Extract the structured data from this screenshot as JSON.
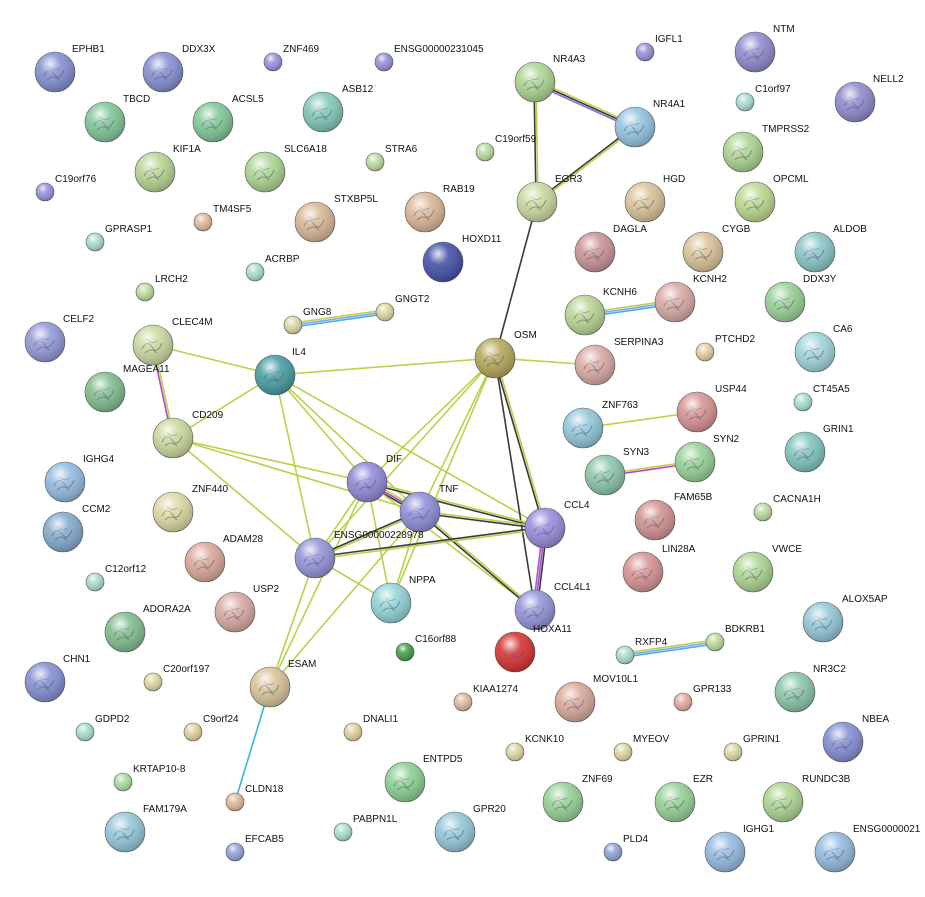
{
  "network": {
    "nodes": [
      {
        "id": "EPHB1",
        "color": "#7f8bd1",
        "size": "large"
      },
      {
        "id": "DDX3X",
        "color": "#7f8bd1",
        "size": "large"
      },
      {
        "id": "ZNF469",
        "color": "#8f90d8",
        "size": "small"
      },
      {
        "id": "ENSG00000231045",
        "color": "#8f90d8",
        "size": "small"
      },
      {
        "id": "IGFL1",
        "color": "#8f90d8",
        "size": "small"
      },
      {
        "id": "NTM",
        "color": "#8a86cc",
        "size": "large"
      },
      {
        "id": "NELL2",
        "color": "#8a86cc",
        "size": "large"
      },
      {
        "id": "TBCD",
        "color": "#7cc596",
        "size": "large"
      },
      {
        "id": "ACSL5",
        "color": "#7cc596",
        "size": "large"
      },
      {
        "id": "ASB12",
        "color": "#7cc6b6",
        "size": "large"
      },
      {
        "id": "NR4A3",
        "color": "#a9d48d",
        "size": "large"
      },
      {
        "id": "NR4A1",
        "color": "#8fc2e0",
        "size": "large"
      },
      {
        "id": "C1orf97",
        "color": "#a6ddd0",
        "size": "small"
      },
      {
        "id": "TMPRSS2",
        "color": "#a9d48d",
        "size": "large"
      },
      {
        "id": "C19orf59",
        "color": "#b7dc9c",
        "size": "small"
      },
      {
        "id": "KIF1A",
        "color": "#b5d48f",
        "size": "large"
      },
      {
        "id": "SLC6A18",
        "color": "#a9d48d",
        "size": "large"
      },
      {
        "id": "STRA6",
        "color": "#b7dc9c",
        "size": "small"
      },
      {
        "id": "EGR3",
        "color": "#c7d89a",
        "size": "large"
      },
      {
        "id": "HGD",
        "color": "#d8c195",
        "size": "large"
      },
      {
        "id": "OPCML",
        "color": "#b9d889",
        "size": "large"
      },
      {
        "id": "C19orf76",
        "color": "#8f90d8",
        "size": "small"
      },
      {
        "id": "TM4SF5",
        "color": "#e0b797",
        "size": "small"
      },
      {
        "id": "STXBP5L",
        "color": "#d8b592",
        "size": "large"
      },
      {
        "id": "RAB19",
        "color": "#d8b592",
        "size": "large"
      },
      {
        "id": "HOXD11",
        "color": "#3d4aa6",
        "size": "large"
      },
      {
        "id": "DAGLA",
        "color": "#c98f94",
        "size": "large"
      },
      {
        "id": "CYGB",
        "color": "#d8c195",
        "size": "large"
      },
      {
        "id": "ALDOB",
        "color": "#86c4c6",
        "size": "large"
      },
      {
        "id": "GPRASP1",
        "color": "#a6ddc5",
        "size": "small"
      },
      {
        "id": "ACRBP",
        "color": "#a6ddc5",
        "size": "small"
      },
      {
        "id": "DDX3Y",
        "color": "#94cf94",
        "size": "large"
      },
      {
        "id": "LRCH2",
        "color": "#b7dc9c",
        "size": "small"
      },
      {
        "id": "KCNH6",
        "color": "#b5d48f",
        "size": "large"
      },
      {
        "id": "KCNH2",
        "color": "#d8a7a0",
        "size": "large"
      },
      {
        "id": "GNG8",
        "color": "#dcd79e",
        "size": "small"
      },
      {
        "id": "GNGT2",
        "color": "#dcd79e",
        "size": "small"
      },
      {
        "id": "CELF2",
        "color": "#8f95d6",
        "size": "large"
      },
      {
        "id": "CLEC4M",
        "color": "#c7d89a",
        "size": "large"
      },
      {
        "id": "IL4",
        "color": "#3f9aa0",
        "size": "large"
      },
      {
        "id": "OSM",
        "color": "#b2a655",
        "size": "large"
      },
      {
        "id": "SERPINA3",
        "color": "#d8a7a0",
        "size": "large"
      },
      {
        "id": "PTCHD2",
        "color": "#e0cf9c",
        "size": "small"
      },
      {
        "id": "CA6",
        "color": "#9bd3da",
        "size": "large"
      },
      {
        "id": "MAGEA11",
        "color": "#7cbc8a",
        "size": "large"
      },
      {
        "id": "CT45A5",
        "color": "#a6ddd0",
        "size": "small"
      },
      {
        "id": "USP44",
        "color": "#d68f90",
        "size": "large"
      },
      {
        "id": "ZNF763",
        "color": "#8fc6d8",
        "size": "large"
      },
      {
        "id": "CD209",
        "color": "#c7d89a",
        "size": "large"
      },
      {
        "id": "GRIN1",
        "color": "#7cc2bc",
        "size": "large"
      },
      {
        "id": "SYN3",
        "color": "#86c4a6",
        "size": "large"
      },
      {
        "id": "SYN2",
        "color": "#94cf94",
        "size": "large"
      },
      {
        "id": "IGHG4",
        "color": "#8fb9e0",
        "size": "large"
      },
      {
        "id": "DIF",
        "color": "#8a86d6",
        "size": "large"
      },
      {
        "id": "TNF",
        "color": "#8a8ad8",
        "size": "large"
      },
      {
        "id": "ZNF440",
        "color": "#dcd79e",
        "size": "large"
      },
      {
        "id": "FAM65B",
        "color": "#d08f8c",
        "size": "large"
      },
      {
        "id": "CACNA1H",
        "color": "#b7dc9c",
        "size": "small"
      },
      {
        "id": "CCM2",
        "color": "#7fa8cc",
        "size": "large"
      },
      {
        "id": "CCL4",
        "color": "#9687dc",
        "size": "large"
      },
      {
        "id": "ADAM28",
        "color": "#d8a596",
        "size": "large"
      },
      {
        "id": "ENSG00000228978",
        "color": "#8f90d8",
        "size": "large"
      },
      {
        "id": "LIN28A",
        "color": "#d68f90",
        "size": "large"
      },
      {
        "id": "VWCE",
        "color": "#a9d48d",
        "size": "large"
      },
      {
        "id": "C12orf12",
        "color": "#a6ddc5",
        "size": "small"
      },
      {
        "id": "NPPA",
        "color": "#8fd3d6",
        "size": "large"
      },
      {
        "id": "CCL4L1",
        "color": "#8f90d8",
        "size": "large"
      },
      {
        "id": "USP2",
        "color": "#d8a7a0",
        "size": "large"
      },
      {
        "id": "ALOX5AP",
        "color": "#8fc6d8",
        "size": "large"
      },
      {
        "id": "ADORA2A",
        "color": "#7cbc8a",
        "size": "large"
      },
      {
        "id": "C16orf88",
        "color": "#3d9a3d",
        "size": "small"
      },
      {
        "id": "HOXA11",
        "color": "#d62a2a",
        "size": "large"
      },
      {
        "id": "RXFP4",
        "color": "#a6ddd0",
        "size": "small"
      },
      {
        "id": "BDKRB1",
        "color": "#b7dc9c",
        "size": "small"
      },
      {
        "id": "NR3C2",
        "color": "#86c4a6",
        "size": "large"
      },
      {
        "id": "CHN1",
        "color": "#7f8bd1",
        "size": "large"
      },
      {
        "id": "C20orf197",
        "color": "#dcd79e",
        "size": "small"
      },
      {
        "id": "ESAM",
        "color": "#d8c195",
        "size": "large"
      },
      {
        "id": "KIAA1274",
        "color": "#e0b797",
        "size": "small"
      },
      {
        "id": "MOV10L1",
        "color": "#d8a596",
        "size": "large"
      },
      {
        "id": "GPR133",
        "color": "#e0a99c",
        "size": "small"
      },
      {
        "id": "GDPD2",
        "color": "#a6ddd0",
        "size": "small"
      },
      {
        "id": "C9orf24",
        "color": "#e0cf9c",
        "size": "small"
      },
      {
        "id": "DNALI1",
        "color": "#e0cf9c",
        "size": "small"
      },
      {
        "id": "KCNK10",
        "color": "#dcd79e",
        "size": "small"
      },
      {
        "id": "MYEOV",
        "color": "#dcd79e",
        "size": "small"
      },
      {
        "id": "GPRIN1",
        "color": "#dcd79e",
        "size": "small"
      },
      {
        "id": "NBEA",
        "color": "#7f8bd1",
        "size": "large"
      },
      {
        "id": "KRTAP10-8",
        "color": "#a9dc9c",
        "size": "small"
      },
      {
        "id": "ENTPD5",
        "color": "#86cf8e",
        "size": "large"
      },
      {
        "id": "ZNF69",
        "color": "#94cf94",
        "size": "large"
      },
      {
        "id": "EZR",
        "color": "#94cf94",
        "size": "large"
      },
      {
        "id": "RUNDC3B",
        "color": "#a9d48d",
        "size": "large"
      },
      {
        "id": "CLDN18",
        "color": "#e0b797",
        "size": "small"
      },
      {
        "id": "FAM179A",
        "color": "#8fc6d8",
        "size": "large"
      },
      {
        "id": "PABPN1L",
        "color": "#a6ddd0",
        "size": "small"
      },
      {
        "id": "GPR20",
        "color": "#8fc6d8",
        "size": "large"
      },
      {
        "id": "EFCAB5",
        "color": "#8fa0d8",
        "size": "small"
      },
      {
        "id": "PLD4",
        "color": "#8fa0d8",
        "size": "small"
      },
      {
        "id": "IGHG1",
        "color": "#8fb9e0",
        "size": "large"
      },
      {
        "id": "ENSG0000021",
        "color": "#8fb9e0",
        "size": "large"
      }
    ],
    "edges": [
      {
        "source": "NR4A3",
        "target": "NR4A1",
        "colors": [
          "#b6d34a",
          "#3a3a3a",
          "#8f64d8"
        ]
      },
      {
        "source": "NR4A3",
        "target": "EGR3",
        "colors": [
          "#b6d34a",
          "#3a3a3a"
        ]
      },
      {
        "source": "NR4A1",
        "target": "EGR3",
        "colors": [
          "#b6d34a",
          "#3a3a3a"
        ]
      },
      {
        "source": "EGR3",
        "target": "OSM",
        "colors": [
          "#3a3a3a"
        ]
      },
      {
        "source": "GNG8",
        "target": "GNGT2",
        "colors": [
          "#b6d34a",
          "#8fa0e8",
          "#3ab6d8"
        ]
      },
      {
        "source": "KCNH6",
        "target": "KCNH2",
        "colors": [
          "#b6d34a",
          "#8fa0e8",
          "#3ab6d8"
        ]
      },
      {
        "source": "ZNF763",
        "target": "USP44",
        "colors": [
          "#b6d34a"
        ]
      },
      {
        "source": "SYN3",
        "target": "SYN2",
        "colors": [
          "#b6d34a",
          "#c040c0"
        ]
      },
      {
        "source": "RXFP4",
        "target": "BDKRB1",
        "colors": [
          "#b6d34a",
          "#8fa0e8",
          "#3ab6d8"
        ]
      },
      {
        "source": "CLEC4M",
        "target": "CD209",
        "colors": [
          "#b6d34a",
          "#c040c0"
        ]
      },
      {
        "source": "CLEC4M",
        "target": "IL4",
        "colors": [
          "#b6d34a"
        ]
      },
      {
        "source": "IL4",
        "target": "OSM",
        "colors": [
          "#b6d34a"
        ]
      },
      {
        "source": "IL4",
        "target": "CD209",
        "colors": [
          "#b6d34a"
        ]
      },
      {
        "source": "IL4",
        "target": "DIF",
        "colors": [
          "#b6d34a"
        ]
      },
      {
        "source": "IL4",
        "target": "TNF",
        "colors": [
          "#b6d34a"
        ]
      },
      {
        "source": "IL4",
        "target": "ENSG00000228978",
        "colors": [
          "#b6d34a"
        ]
      },
      {
        "source": "IL4",
        "target": "CCL4",
        "colors": [
          "#b6d34a"
        ]
      },
      {
        "source": "OSM",
        "target": "SERPINA3",
        "colors": [
          "#b6d34a"
        ]
      },
      {
        "source": "OSM",
        "target": "DIF",
        "colors": [
          "#b6d34a"
        ]
      },
      {
        "source": "OSM",
        "target": "TNF",
        "colors": [
          "#b6d34a"
        ]
      },
      {
        "source": "OSM",
        "target": "ENSG00000228978",
        "colors": [
          "#b6d34a"
        ]
      },
      {
        "source": "OSM",
        "target": "CCL4",
        "colors": [
          "#b6d34a",
          "#3a3a3a"
        ]
      },
      {
        "source": "OSM",
        "target": "CCL4L1",
        "colors": [
          "#3a3a3a"
        ]
      },
      {
        "source": "OSM",
        "target": "NPPA",
        "colors": [
          "#b6d34a"
        ]
      },
      {
        "source": "CD209",
        "target": "DIF",
        "colors": [
          "#b6d34a"
        ]
      },
      {
        "source": "CD209",
        "target": "TNF",
        "colors": [
          "#b6d34a"
        ]
      },
      {
        "source": "CD209",
        "target": "ENSG00000228978",
        "colors": [
          "#b6d34a"
        ]
      },
      {
        "source": "DIF",
        "target": "TNF",
        "colors": [
          "#b6d34a",
          "#c040c0",
          "#3a3a3a"
        ]
      },
      {
        "source": "DIF",
        "target": "CCL4",
        "colors": [
          "#b6d34a",
          "#3a3a3a"
        ]
      },
      {
        "source": "DIF",
        "target": "ENSG00000228978",
        "colors": [
          "#b6d34a"
        ]
      },
      {
        "source": "DIF",
        "target": "NPPA",
        "colors": [
          "#b6d34a"
        ]
      },
      {
        "source": "DIF",
        "target": "CCL4L1",
        "colors": [
          "#b6d34a"
        ]
      },
      {
        "source": "DIF",
        "target": "ESAM",
        "colors": [
          "#b6d34a"
        ]
      },
      {
        "source": "TNF",
        "target": "CCL4",
        "colors": [
          "#b6d34a",
          "#3a3a3a"
        ]
      },
      {
        "source": "TNF",
        "target": "ENSG00000228978",
        "colors": [
          "#b6d34a",
          "#3a3a3a"
        ]
      },
      {
        "source": "TNF",
        "target": "NPPA",
        "colors": [
          "#b6d34a"
        ]
      },
      {
        "source": "TNF",
        "target": "CCL4L1",
        "colors": [
          "#b6d34a",
          "#3a3a3a"
        ]
      },
      {
        "source": "TNF",
        "target": "ESAM",
        "colors": [
          "#b6d34a"
        ]
      },
      {
        "source": "CCL4",
        "target": "CCL4L1",
        "colors": [
          "#3a3a3a",
          "#c040c0",
          "#8f64d8"
        ]
      },
      {
        "source": "CCL4",
        "target": "ENSG00000228978",
        "colors": [
          "#b6d34a",
          "#3a3a3a"
        ]
      },
      {
        "source": "ENSG00000228978",
        "target": "NPPA",
        "colors": [
          "#b6d34a"
        ]
      },
      {
        "source": "ENSG00000228978",
        "target": "ESAM",
        "colors": [
          "#b6d34a"
        ]
      },
      {
        "source": "ESAM",
        "target": "CLDN18",
        "colors": [
          "#3ab6d8"
        ]
      }
    ]
  }
}
